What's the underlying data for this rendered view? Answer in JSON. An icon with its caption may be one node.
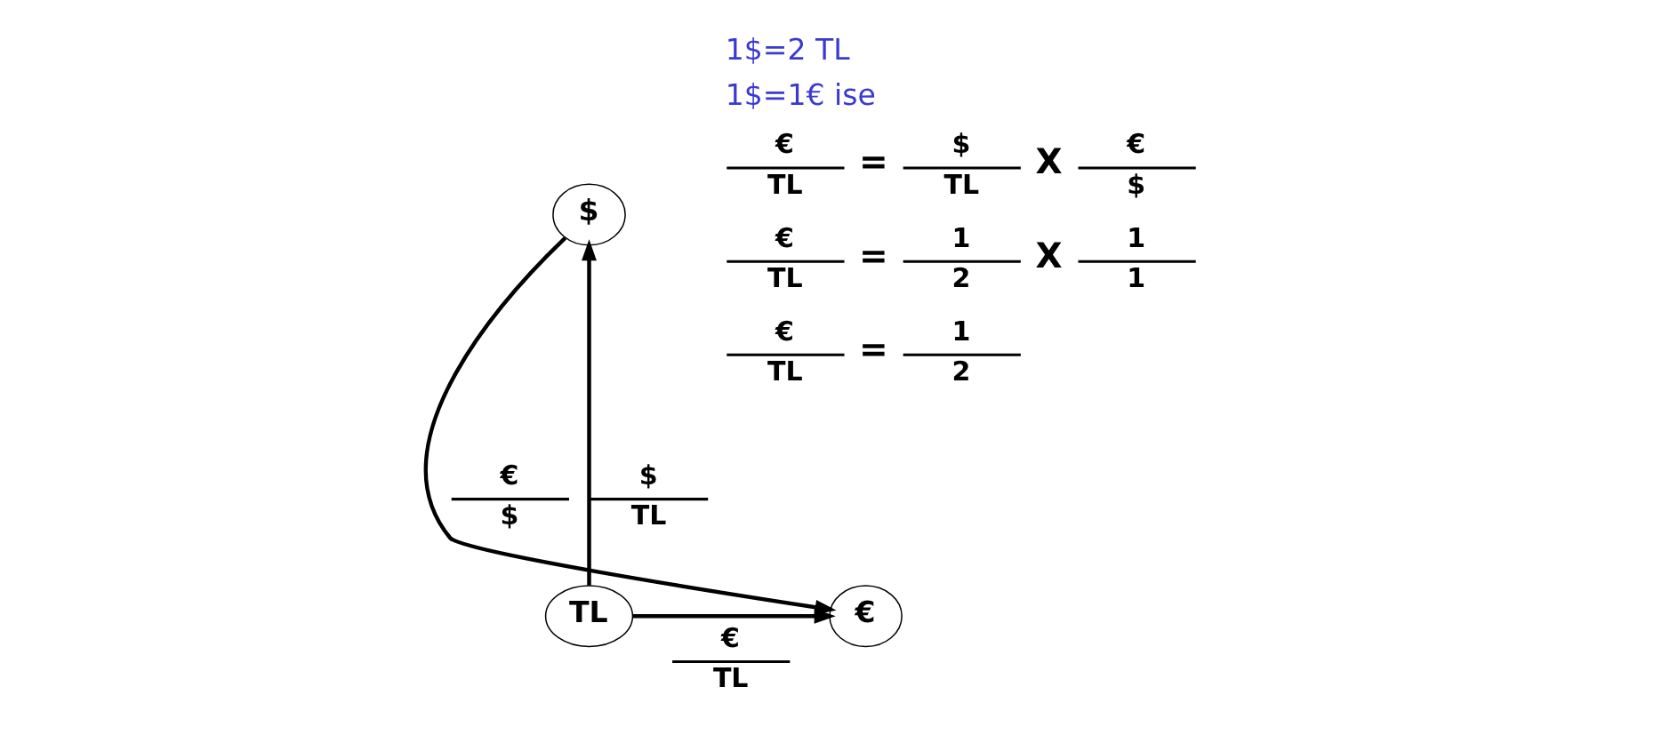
{
  "diagram": {
    "nodes": [
      {
        "text": [
          "$"
        ]
      },
      {
        "text": [
          "TL"
        ]
      },
      {
        "text": [
          "€"
        ]
      }
    ],
    "edges": [
      {
        "from": 1,
        "to": 0,
        "arrow": "to",
        "label": "$ TL"
      },
      {
        "from": 0,
        "to": 2,
        "arrow": "to",
        "label": "€ $"
      },
      {
        "from": 1,
        "to": 2,
        "arrow": "to",
        "label": "€ TL"
      }
    ],
    "labels": [
      "1$=2 TL",
      "1$=1€ ise",
      "€ TL",
      "=",
      "$ TL",
      "X",
      "€ $",
      "€ TL",
      "=",
      "1 2",
      "X",
      "1 1",
      "€ TL",
      "=",
      "1 2"
    ]
  }
}
